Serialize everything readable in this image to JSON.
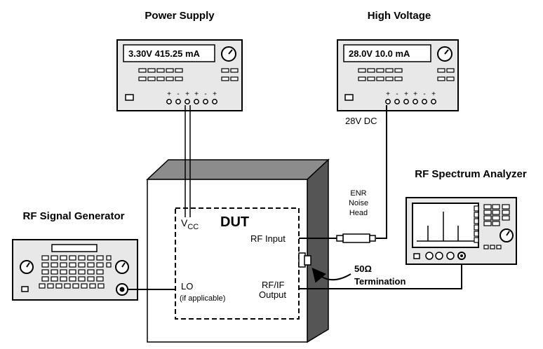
{
  "instruments": {
    "power_supply": {
      "title": "Power Supply",
      "display": "3.30V  415.25 mA"
    },
    "high_voltage": {
      "title": "High Voltage",
      "display": "28.0V  10.0 mA",
      "output_label": "28V DC"
    },
    "signal_generator": {
      "title": "RF Signal Generator"
    },
    "spectrum_analyzer": {
      "title": "RF Spectrum Analyzer"
    }
  },
  "dut": {
    "title": "DUT",
    "vcc_main": "V",
    "vcc_sub": "CC",
    "rf_input": "RF Input",
    "lo": "LO",
    "lo_note": "(if applicable)",
    "rfif_line1": "RF/IF",
    "rfif_line2": "Output"
  },
  "noise_head": {
    "line1": "ENR",
    "line2": "Noise",
    "line3": "Head"
  },
  "termination": {
    "line1": "50Ω",
    "line2": "Termination"
  },
  "terminal_signs": {
    "ps": [
      "+",
      "-",
      "+",
      "+",
      "-",
      "+"
    ],
    "hv": [
      "+",
      "-",
      "+",
      "+",
      "-",
      "+"
    ]
  }
}
